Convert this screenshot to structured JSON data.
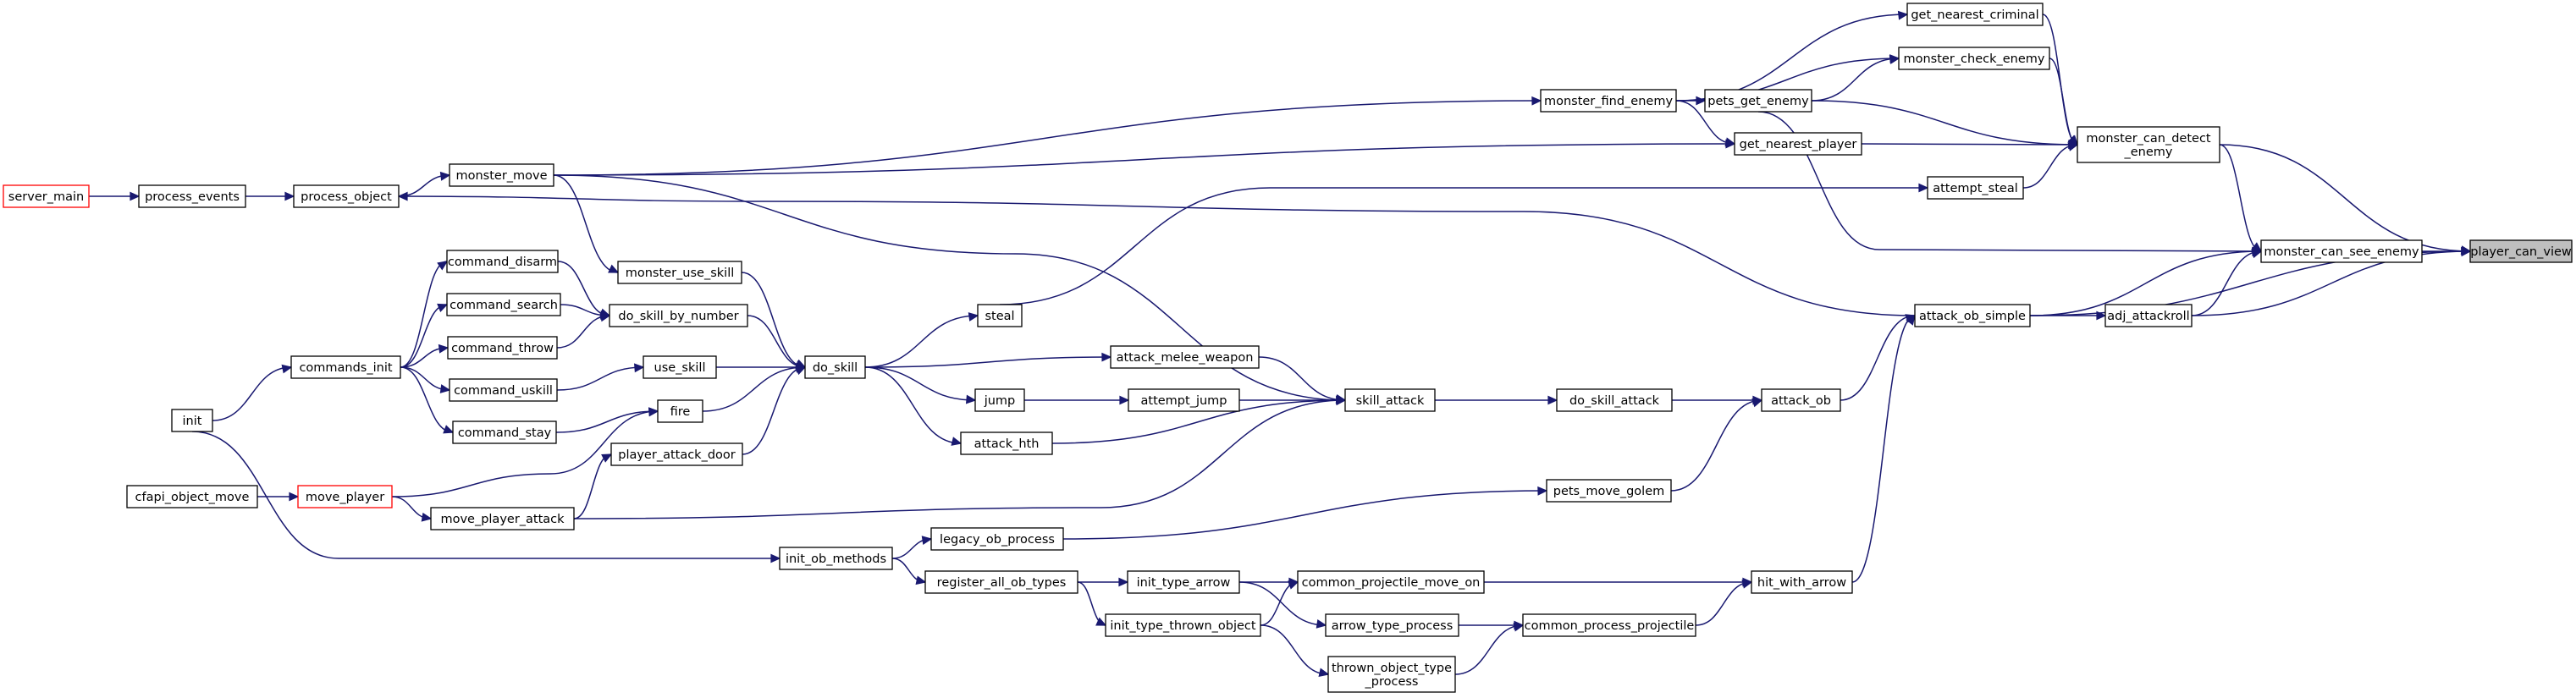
{
  "graph": {
    "title": "",
    "colors": {
      "edge": "#191970",
      "node_border": "#000000",
      "node_border_red": "#ff0000",
      "highlight_fill": "#bfbfbf"
    },
    "nodes": [
      {
        "id": "player_can_view",
        "lines": [
          "player_can_view"
        ],
        "style": "highlight"
      },
      {
        "id": "monster_can_see_enemy",
        "lines": [
          "monster_can_see_enemy"
        ],
        "style": "normal"
      },
      {
        "id": "monster_can_detect_enemy",
        "lines": [
          "monster_can_detect",
          "_enemy"
        ],
        "style": "normal"
      },
      {
        "id": "adj_attackroll",
        "lines": [
          "adj_attackroll"
        ],
        "style": "normal"
      },
      {
        "id": "attack_ob_simple",
        "lines": [
          "attack_ob_simple"
        ],
        "style": "normal"
      },
      {
        "id": "get_nearest_criminal",
        "lines": [
          "get_nearest_criminal"
        ],
        "style": "normal"
      },
      {
        "id": "monster_check_enemy",
        "lines": [
          "monster_check_enemy"
        ],
        "style": "normal"
      },
      {
        "id": "pets_get_enemy",
        "lines": [
          "pets_get_enemy"
        ],
        "style": "normal"
      },
      {
        "id": "get_nearest_player",
        "lines": [
          "get_nearest_player"
        ],
        "style": "normal"
      },
      {
        "id": "attempt_steal",
        "lines": [
          "attempt_steal"
        ],
        "style": "normal"
      },
      {
        "id": "monster_find_enemy",
        "lines": [
          "monster_find_enemy"
        ],
        "style": "normal"
      },
      {
        "id": "monster_move",
        "lines": [
          "monster_move"
        ],
        "style": "normal"
      },
      {
        "id": "process_object",
        "lines": [
          "process_object"
        ],
        "style": "normal"
      },
      {
        "id": "process_events",
        "lines": [
          "process_events"
        ],
        "style": "normal"
      },
      {
        "id": "server_main",
        "lines": [
          "server_main"
        ],
        "style": "red"
      },
      {
        "id": "steal",
        "lines": [
          "steal"
        ],
        "style": "normal"
      },
      {
        "id": "do_skill",
        "lines": [
          "do_skill"
        ],
        "style": "normal"
      },
      {
        "id": "monster_use_skill",
        "lines": [
          "monster_use_skill"
        ],
        "style": "normal"
      },
      {
        "id": "do_skill_by_number",
        "lines": [
          "do_skill_by_number"
        ],
        "style": "normal"
      },
      {
        "id": "use_skill",
        "lines": [
          "use_skill"
        ],
        "style": "normal"
      },
      {
        "id": "fire",
        "lines": [
          "fire"
        ],
        "style": "normal"
      },
      {
        "id": "player_attack_door",
        "lines": [
          "player_attack_door"
        ],
        "style": "normal"
      },
      {
        "id": "command_disarm",
        "lines": [
          "command_disarm"
        ],
        "style": "normal"
      },
      {
        "id": "command_search",
        "lines": [
          "command_search"
        ],
        "style": "normal"
      },
      {
        "id": "command_throw",
        "lines": [
          "command_throw"
        ],
        "style": "normal"
      },
      {
        "id": "command_uskill",
        "lines": [
          "command_uskill"
        ],
        "style": "normal"
      },
      {
        "id": "command_stay",
        "lines": [
          "command_stay"
        ],
        "style": "normal"
      },
      {
        "id": "commands_init",
        "lines": [
          "commands_init"
        ],
        "style": "normal"
      },
      {
        "id": "init",
        "lines": [
          "init"
        ],
        "style": "normal"
      },
      {
        "id": "move_player",
        "lines": [
          "move_player"
        ],
        "style": "red"
      },
      {
        "id": "cfapi_object_move",
        "lines": [
          "cfapi_object_move"
        ],
        "style": "normal"
      },
      {
        "id": "move_player_attack",
        "lines": [
          "move_player_attack"
        ],
        "style": "normal"
      },
      {
        "id": "skill_attack",
        "lines": [
          "skill_attack"
        ],
        "style": "normal"
      },
      {
        "id": "attack_melee_weapon",
        "lines": [
          "attack_melee_weapon"
        ],
        "style": "normal"
      },
      {
        "id": "jump",
        "lines": [
          "jump"
        ],
        "style": "normal"
      },
      {
        "id": "attempt_jump",
        "lines": [
          "attempt_jump"
        ],
        "style": "normal"
      },
      {
        "id": "attack_hth",
        "lines": [
          "attack_hth"
        ],
        "style": "normal"
      },
      {
        "id": "do_skill_attack",
        "lines": [
          "do_skill_attack"
        ],
        "style": "normal"
      },
      {
        "id": "attack_ob",
        "lines": [
          "attack_ob"
        ],
        "style": "normal"
      },
      {
        "id": "pets_move_golem",
        "lines": [
          "pets_move_golem"
        ],
        "style": "normal"
      },
      {
        "id": "legacy_ob_process",
        "lines": [
          "legacy_ob_process"
        ],
        "style": "normal"
      },
      {
        "id": "init_ob_methods",
        "lines": [
          "init_ob_methods"
        ],
        "style": "normal"
      },
      {
        "id": "register_all_ob_types",
        "lines": [
          "register_all_ob_types"
        ],
        "style": "normal"
      },
      {
        "id": "init_type_arrow",
        "lines": [
          "init_type_arrow"
        ],
        "style": "normal"
      },
      {
        "id": "init_type_thrown_object",
        "lines": [
          "init_type_thrown_object"
        ],
        "style": "normal"
      },
      {
        "id": "common_projectile_move_on",
        "lines": [
          "common_projectile_move_on"
        ],
        "style": "normal"
      },
      {
        "id": "arrow_type_process",
        "lines": [
          "arrow_type_process"
        ],
        "style": "normal"
      },
      {
        "id": "thrown_object_type_process",
        "lines": [
          "thrown_object_type",
          "_process"
        ],
        "style": "normal"
      },
      {
        "id": "common_process_projectile",
        "lines": [
          "common_process_projectile"
        ],
        "style": "normal"
      },
      {
        "id": "hit_with_arrow",
        "lines": [
          "hit_with_arrow"
        ],
        "style": "normal"
      }
    ],
    "edges": [
      {
        "from": "monster_can_see_enemy",
        "to": "player_can_view"
      },
      {
        "from": "monster_can_detect_enemy",
        "to": "player_can_view"
      },
      {
        "from": "adj_attackroll",
        "to": "player_can_view"
      },
      {
        "from": "attack_ob_simple",
        "to": "player_can_view"
      },
      {
        "from": "monster_can_detect_enemy",
        "to": "monster_can_see_enemy"
      },
      {
        "from": "adj_attackroll",
        "to": "monster_can_see_enemy"
      },
      {
        "from": "attack_ob_simple",
        "to": "monster_can_see_enemy"
      },
      {
        "from": "pets_get_enemy",
        "to": "monster_can_see_enemy"
      },
      {
        "from": "get_nearest_criminal",
        "to": "monster_can_detect_enemy"
      },
      {
        "from": "monster_check_enemy",
        "to": "monster_can_detect_enemy"
      },
      {
        "from": "pets_get_enemy",
        "to": "monster_can_detect_enemy"
      },
      {
        "from": "get_nearest_player",
        "to": "monster_can_detect_enemy"
      },
      {
        "from": "attempt_steal",
        "to": "monster_can_detect_enemy"
      },
      {
        "from": "attack_ob_simple",
        "to": "adj_attackroll"
      },
      {
        "from": "attack_ob",
        "to": "attack_ob_simple"
      },
      {
        "from": "hit_with_arrow",
        "to": "attack_ob_simple"
      },
      {
        "from": "attack_ob_simple",
        "to": "process_object"
      },
      {
        "from": "monster_find_enemy",
        "to": "get_nearest_criminal"
      },
      {
        "from": "monster_find_enemy",
        "to": "monster_check_enemy"
      },
      {
        "from": "pets_get_enemy",
        "to": "monster_check_enemy"
      },
      {
        "from": "monster_find_enemy",
        "to": "pets_get_enemy"
      },
      {
        "from": "monster_find_enemy",
        "to": "get_nearest_player"
      },
      {
        "from": "monster_move",
        "to": "get_nearest_player"
      },
      {
        "from": "steal",
        "to": "attempt_steal"
      },
      {
        "from": "monster_move",
        "to": "monster_find_enemy"
      },
      {
        "from": "process_object",
        "to": "monster_move"
      },
      {
        "from": "process_events",
        "to": "process_object"
      },
      {
        "from": "server_main",
        "to": "process_events"
      },
      {
        "from": "do_skill",
        "to": "steal"
      },
      {
        "from": "monster_use_skill",
        "to": "do_skill"
      },
      {
        "from": "do_skill_by_number",
        "to": "do_skill"
      },
      {
        "from": "use_skill",
        "to": "do_skill"
      },
      {
        "from": "fire",
        "to": "do_skill"
      },
      {
        "from": "player_attack_door",
        "to": "do_skill"
      },
      {
        "from": "monster_move",
        "to": "monster_use_skill"
      },
      {
        "from": "command_disarm",
        "to": "do_skill_by_number"
      },
      {
        "from": "command_search",
        "to": "do_skill_by_number"
      },
      {
        "from": "command_throw",
        "to": "do_skill_by_number"
      },
      {
        "from": "command_uskill",
        "to": "use_skill"
      },
      {
        "from": "command_stay",
        "to": "fire"
      },
      {
        "from": "move_player",
        "to": "fire"
      },
      {
        "from": "move_player_attack",
        "to": "player_attack_door"
      },
      {
        "from": "commands_init",
        "to": "command_disarm"
      },
      {
        "from": "commands_init",
        "to": "command_search"
      },
      {
        "from": "commands_init",
        "to": "command_throw"
      },
      {
        "from": "commands_init",
        "to": "command_uskill"
      },
      {
        "from": "commands_init",
        "to": "command_stay"
      },
      {
        "from": "init",
        "to": "commands_init"
      },
      {
        "from": "cfapi_object_move",
        "to": "move_player"
      },
      {
        "from": "move_player",
        "to": "move_player_attack"
      },
      {
        "from": "monster_move",
        "to": "skill_attack"
      },
      {
        "from": "attack_melee_weapon",
        "to": "skill_attack"
      },
      {
        "from": "attempt_jump",
        "to": "skill_attack"
      },
      {
        "from": "attack_hth",
        "to": "skill_attack"
      },
      {
        "from": "move_player_attack",
        "to": "skill_attack"
      },
      {
        "from": "do_skill",
        "to": "attack_melee_weapon"
      },
      {
        "from": "do_skill",
        "to": "jump"
      },
      {
        "from": "jump",
        "to": "attempt_jump"
      },
      {
        "from": "do_skill",
        "to": "attack_hth"
      },
      {
        "from": "skill_attack",
        "to": "do_skill_attack"
      },
      {
        "from": "do_skill_attack",
        "to": "attack_ob"
      },
      {
        "from": "pets_move_golem",
        "to": "attack_ob"
      },
      {
        "from": "legacy_ob_process",
        "to": "pets_move_golem"
      },
      {
        "from": "init_ob_methods",
        "to": "legacy_ob_process"
      },
      {
        "from": "init",
        "to": "init_ob_methods"
      },
      {
        "from": "init_ob_methods",
        "to": "register_all_ob_types"
      },
      {
        "from": "register_all_ob_types",
        "to": "init_type_arrow"
      },
      {
        "from": "register_all_ob_types",
        "to": "init_type_thrown_object"
      },
      {
        "from": "init_type_arrow",
        "to": "common_projectile_move_on"
      },
      {
        "from": "init_type_arrow",
        "to": "arrow_type_process"
      },
      {
        "from": "init_type_thrown_object",
        "to": "common_projectile_move_on"
      },
      {
        "from": "init_type_thrown_object",
        "to": "thrown_object_type_process"
      },
      {
        "from": "common_projectile_move_on",
        "to": "hit_with_arrow"
      },
      {
        "from": "arrow_type_process",
        "to": "common_process_projectile"
      },
      {
        "from": "thrown_object_type_process",
        "to": "common_process_projectile"
      },
      {
        "from": "common_process_projectile",
        "to": "hit_with_arrow"
      }
    ]
  }
}
